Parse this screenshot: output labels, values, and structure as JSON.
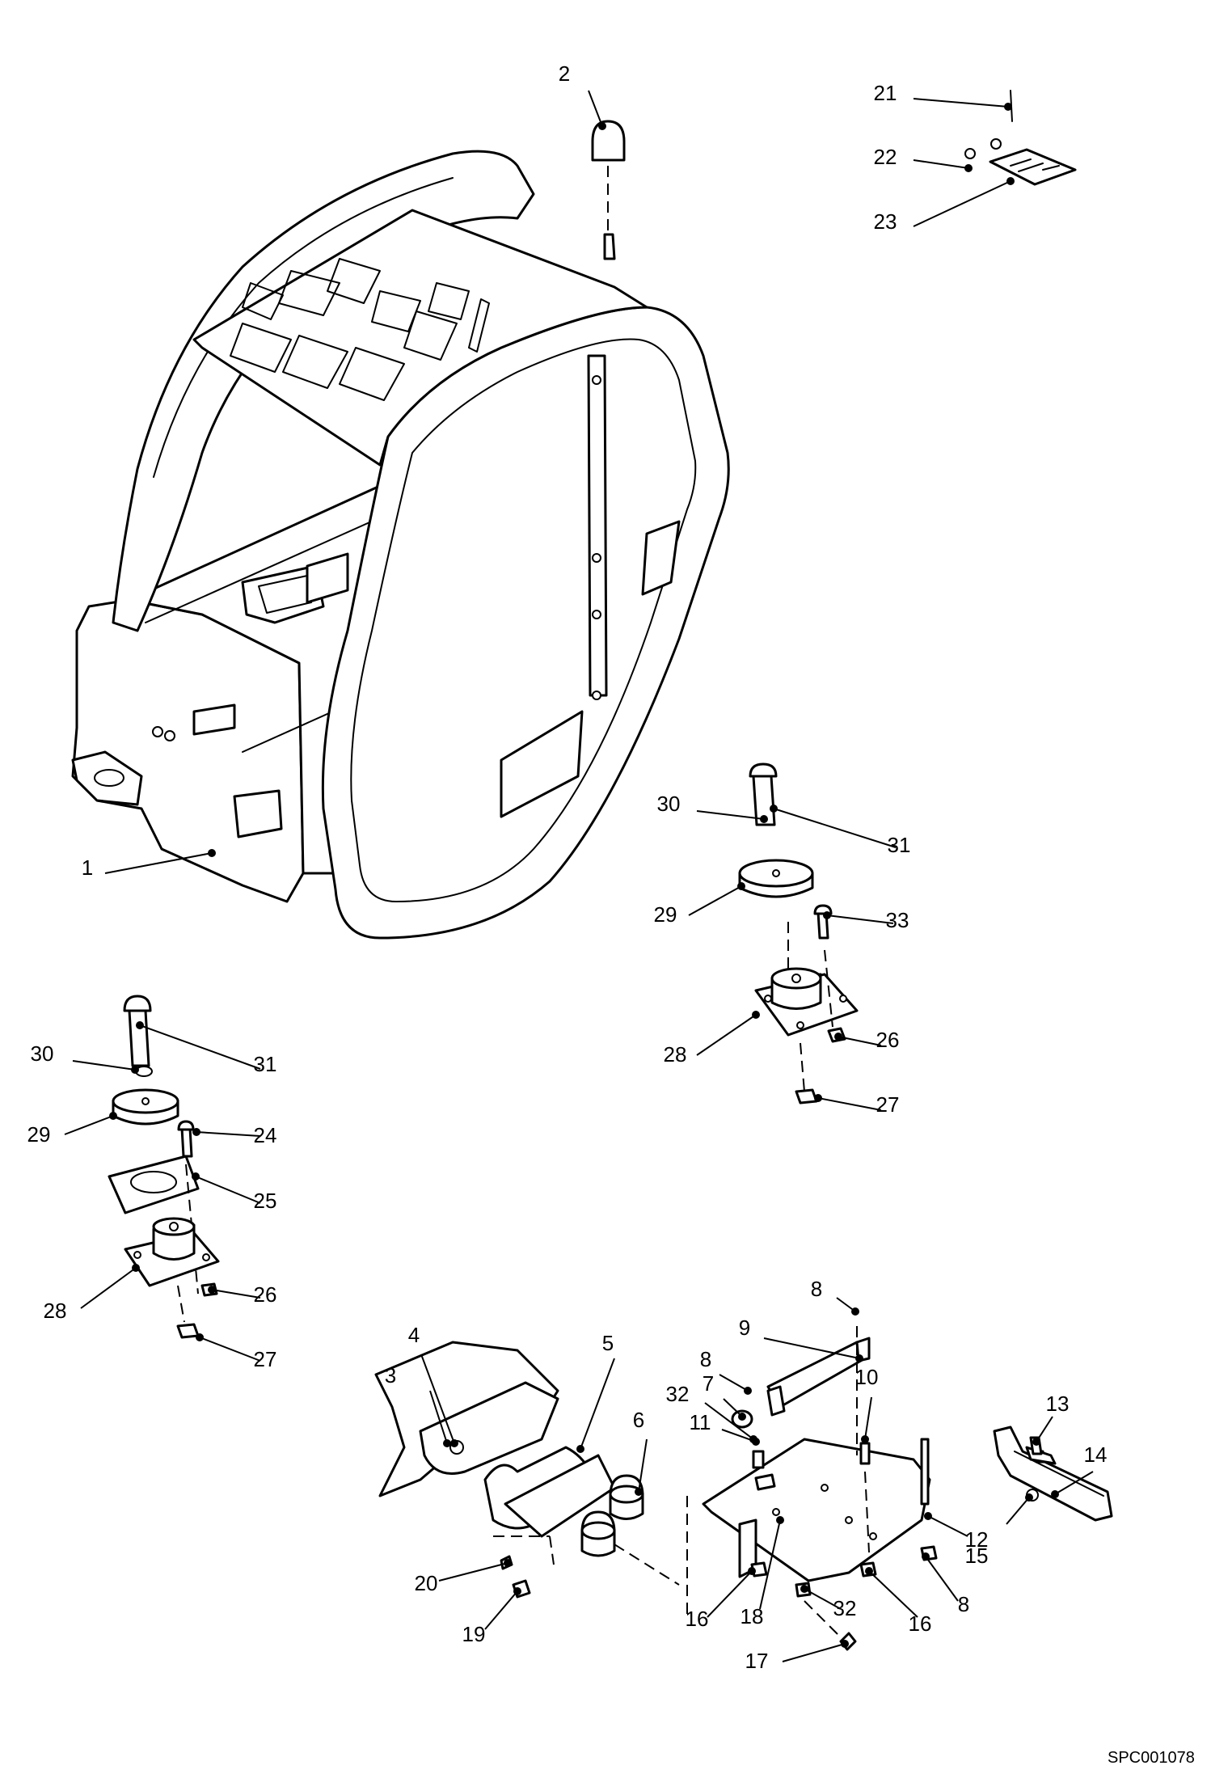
{
  "figure": {
    "code": "SPC001078"
  },
  "callouts": [
    {
      "label": "1"
    },
    {
      "label": "2"
    },
    {
      "label": "3"
    },
    {
      "label": "4"
    },
    {
      "label": "5"
    },
    {
      "label": "6"
    },
    {
      "label": "7"
    },
    {
      "label": "8"
    },
    {
      "label": "8"
    },
    {
      "label": "8"
    },
    {
      "label": "9"
    },
    {
      "label": "10"
    },
    {
      "label": "11"
    },
    {
      "label": "12"
    },
    {
      "label": "13"
    },
    {
      "label": "14"
    },
    {
      "label": "15"
    },
    {
      "label": "16"
    },
    {
      "label": "16"
    },
    {
      "label": "17"
    },
    {
      "label": "18"
    },
    {
      "label": "19"
    },
    {
      "label": "20"
    },
    {
      "label": "21"
    },
    {
      "label": "22"
    },
    {
      "label": "23"
    },
    {
      "label": "24"
    },
    {
      "label": "25"
    },
    {
      "label": "26"
    },
    {
      "label": "26"
    },
    {
      "label": "27"
    },
    {
      "label": "27"
    },
    {
      "label": "28"
    },
    {
      "label": "28"
    },
    {
      "label": "29"
    },
    {
      "label": "29"
    },
    {
      "label": "30"
    },
    {
      "label": "30"
    },
    {
      "label": "31"
    },
    {
      "label": "31"
    },
    {
      "label": "32"
    },
    {
      "label": "32"
    },
    {
      "label": "33"
    }
  ]
}
